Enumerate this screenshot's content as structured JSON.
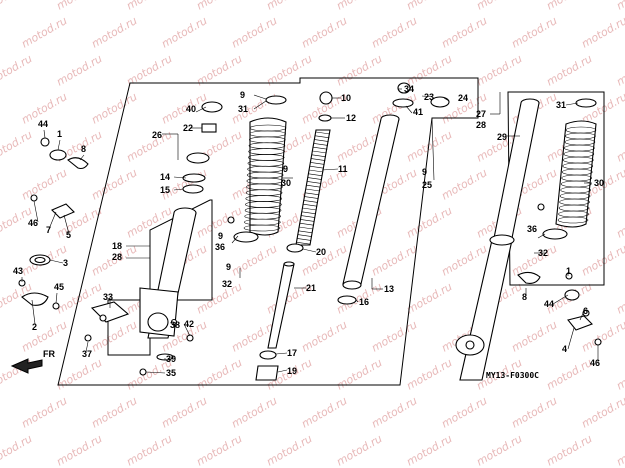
{
  "watermark": "motod.ru",
  "diagram_code": "MY13-F0300C",
  "direction_label": "FR",
  "labels": {
    "l1": "1",
    "l2": "2",
    "l3": "3",
    "l4": "4",
    "l5": "5",
    "l6": "6",
    "l7": "7",
    "l8": "8",
    "l9": "9",
    "l10": "10",
    "l11": "11",
    "l12": "12",
    "l13": "13",
    "l14": "14",
    "l15": "15",
    "l16": "16",
    "l17": "17",
    "l18": "18",
    "l19": "19",
    "l20": "20",
    "l21": "21",
    "l22": "22",
    "l23": "23",
    "l24": "24",
    "l25": "25",
    "l26": "26",
    "l27": "27",
    "l28": "28",
    "l29": "29",
    "l30": "30",
    "l31": "31",
    "l32": "32",
    "l33": "33",
    "l34": "34",
    "l35": "35",
    "l36": "36",
    "l37": "37",
    "l38": "38",
    "l39": "39",
    "l40": "40",
    "l41": "41",
    "l42": "42",
    "l43": "43",
    "l44": "44",
    "l45": "45",
    "l46": "46"
  }
}
